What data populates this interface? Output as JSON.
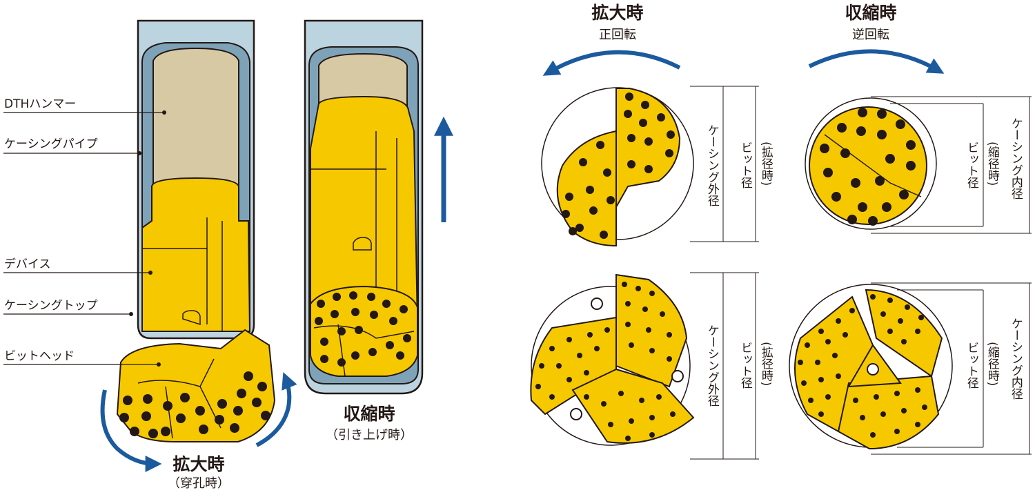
{
  "left_labels": {
    "dth_hammer": "DTHハンマー",
    "casing_pipe": "ケーシングパイプ",
    "device": "デバイス",
    "casing_top": "ケーシングトップ",
    "bit_head": "ビットヘッド"
  },
  "expanded_state": {
    "title": "拡大時",
    "subtitle": "（穿孔時）"
  },
  "retracted_state": {
    "title": "収縮時",
    "subtitle": "（引き上げ時）"
  },
  "right_panel": {
    "expanded": {
      "title": "拡大時",
      "rotation": "正回転"
    },
    "retracted": {
      "title": "収縮時",
      "rotation": "逆回転"
    },
    "dimension_labels": {
      "casing_outer": "ケーシング外径",
      "bit_diameter": "ビット径",
      "expanded_note": "(拡径時)",
      "retracted_note": "(縮径時)",
      "casing_inner": "ケーシング内径"
    }
  },
  "colors": {
    "bit_yellow": "#f6c800",
    "pipe_blue": "#bcd3e0",
    "pipe_inner": "#7ea3b8",
    "hammer_beige": "#d7c9a4",
    "arrow_blue": "#1c5a9e",
    "outline": "#231815",
    "button_black": "#231815"
  }
}
